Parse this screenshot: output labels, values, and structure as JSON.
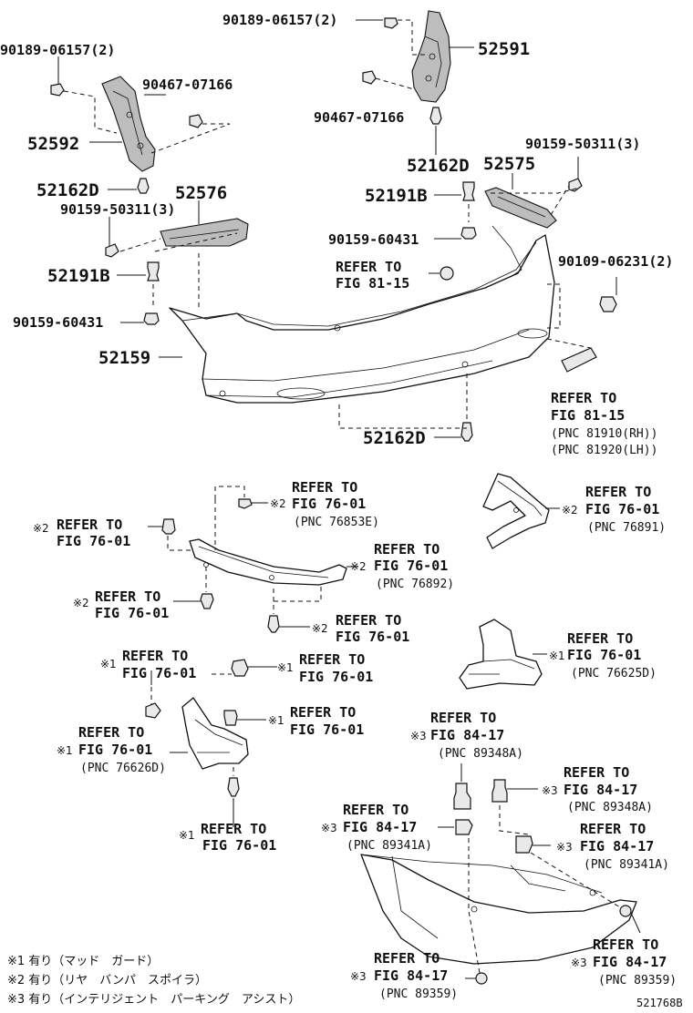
{
  "labels": {
    "l1": "90189-06157(2)",
    "l2": "90189-06157(2)",
    "l3": "52591",
    "l4": "90467-07166",
    "l5": "90467-07166",
    "l6": "52592",
    "l7": "52162D",
    "l8": "52162D",
    "l9": "52575",
    "l10": "90159-50311(3)",
    "l11": "52576",
    "l12": "90159-50311(3)",
    "l13": "52191B",
    "l14": "90159-60431",
    "l15": "90109-06231(2)",
    "l16": "52191B",
    "l17": "90159-60431",
    "l18": "52159",
    "l19": "52162D"
  },
  "refs": {
    "r1": {
      "m": "",
      "a": "REFER TO",
      "b": "FIG 81-15",
      "c": ""
    },
    "r2": {
      "m": "",
      "a": "REFER TO",
      "b": "FIG 81-15",
      "c": "(PNC 81910(RH))",
      "d": "(PNC 81920(LH))"
    },
    "r3": {
      "m": "※2",
      "a": "REFER TO",
      "b": "FIG 76-01",
      "c": "(PNC 76853E)"
    },
    "r4": {
      "m": "※2",
      "a": "REFER TO",
      "b": "FIG 76-01",
      "c": "(PNC 76891)"
    },
    "r5": {
      "m": "※2",
      "a": "REFER TO",
      "b": "FIG 76-01",
      "c": ""
    },
    "r6": {
      "m": "※2",
      "a": "REFER TO",
      "b": "FIG 76-01",
      "c": "(PNC 76892)"
    },
    "r7": {
      "m": "※2",
      "a": "REFER TO",
      "b": "FIG 76-01",
      "c": ""
    },
    "r8": {
      "m": "※2",
      "a": "REFER TO",
      "b": "FIG 76-01",
      "c": ""
    },
    "r9": {
      "m": "※1",
      "a": "REFER TO",
      "b": "FIG 76-01",
      "c": "(PNC 76625D)"
    },
    "r10": {
      "m": "※1",
      "a": "REFER TO",
      "b": "FIG 76-01",
      "c": ""
    },
    "r11": {
      "m": "※1",
      "a": "REFER TO",
      "b": "FIG 76-01",
      "c": ""
    },
    "r12": {
      "m": "※1",
      "a": "REFER TO",
      "b": "FIG 76-01",
      "c": ""
    },
    "r13": {
      "m": "※1",
      "a": "REFER TO",
      "b": "FIG 76-01",
      "c": "(PNC 76626D)"
    },
    "r14": {
      "m": "※3",
      "a": "REFER TO",
      "b": "FIG 84-17",
      "c": "(PNC 89348A)"
    },
    "r15": {
      "m": "※3",
      "a": "REFER TO",
      "b": "FIG 84-17",
      "c": "(PNC 89348A)"
    },
    "r16": {
      "m": "※1",
      "a": "REFER TO",
      "b": "FIG 76-01",
      "c": ""
    },
    "r17": {
      "m": "※3",
      "a": "REFER TO",
      "b": "FIG 84-17",
      "c": "(PNC 89341A)"
    },
    "r18": {
      "m": "※3",
      "a": "REFER TO",
      "b": "FIG 84-17",
      "c": "(PNC 89341A)"
    },
    "r19": {
      "m": "※3",
      "a": "REFER TO",
      "b": "FIG 84-17",
      "c": "(PNC 89359)"
    },
    "r20": {
      "m": "※3",
      "a": "REFER TO",
      "b": "FIG 84-17",
      "c": "(PNC 89359)"
    }
  },
  "legend": [
    "※1 有り（マッド　ガード）",
    "※2 有り（リヤ　バンパ　スポイラ）",
    "※3 有り（インテリジェント　パーキング　アシスト）"
  ],
  "figure_code": "521768B"
}
